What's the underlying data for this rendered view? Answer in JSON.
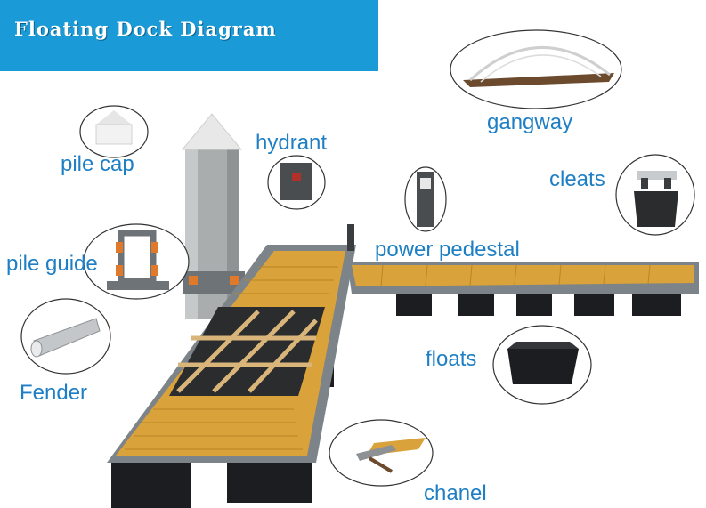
{
  "title": "Floating Dock Diagram",
  "labels": {
    "gangway": "gangway",
    "pile_cap": "pile cap",
    "hydrant": "hydrant",
    "cleats": "cleats",
    "pile_guide": "pile guide",
    "power_pedestal": "power pedestal",
    "fender": "Fender",
    "floats": "floats",
    "chanel": "chanel"
  },
  "colors": {
    "banner": "#1a9ad6",
    "label": "#1e7fc4",
    "deck": "#d9a23a",
    "frame": "#7d8489",
    "float": "#1c1d20"
  }
}
